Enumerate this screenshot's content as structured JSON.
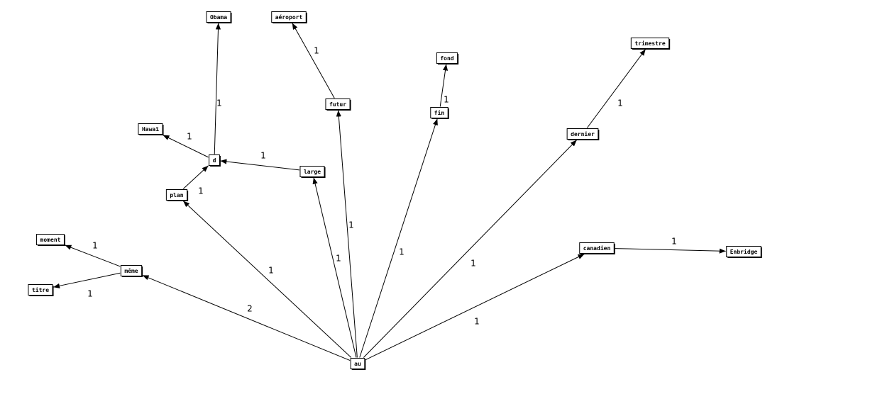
{
  "nodes": [
    {
      "id": "au",
      "label": "au"
    },
    {
      "id": "meme",
      "label": "même"
    },
    {
      "id": "moment",
      "label": "moment"
    },
    {
      "id": "titre",
      "label": "titre"
    },
    {
      "id": "plan",
      "label": "plan"
    },
    {
      "id": "d",
      "label": "d"
    },
    {
      "id": "hawai",
      "label": "Hawaï"
    },
    {
      "id": "obama",
      "label": "Obama"
    },
    {
      "id": "large",
      "label": "large"
    },
    {
      "id": "futur",
      "label": "futur"
    },
    {
      "id": "aeroport",
      "label": "aéroport"
    },
    {
      "id": "fin",
      "label": "fin"
    },
    {
      "id": "fond",
      "label": "fond"
    },
    {
      "id": "dernier",
      "label": "dernier"
    },
    {
      "id": "trimestre",
      "label": "trimestre"
    },
    {
      "id": "canadien",
      "label": "canadien"
    },
    {
      "id": "enbridge",
      "label": "Enbridge"
    }
  ],
  "edges": [
    {
      "from": "au",
      "to": "meme",
      "weight": "2"
    },
    {
      "from": "au",
      "to": "plan",
      "weight": "1"
    },
    {
      "from": "au",
      "to": "large",
      "weight": "1"
    },
    {
      "from": "au",
      "to": "futur",
      "weight": "1"
    },
    {
      "from": "au",
      "to": "fin",
      "weight": "1"
    },
    {
      "from": "au",
      "to": "dernier",
      "weight": "1"
    },
    {
      "from": "au",
      "to": "canadien",
      "weight": "1"
    },
    {
      "from": "meme",
      "to": "moment",
      "weight": "1"
    },
    {
      "from": "meme",
      "to": "titre",
      "weight": "1"
    },
    {
      "from": "plan",
      "to": "d",
      "weight": "1"
    },
    {
      "from": "large",
      "to": "d",
      "weight": "1"
    },
    {
      "from": "d",
      "to": "hawai",
      "weight": "1"
    },
    {
      "from": "d",
      "to": "obama",
      "weight": "1"
    },
    {
      "from": "futur",
      "to": "aeroport",
      "weight": "1"
    },
    {
      "from": "fin",
      "to": "fond",
      "weight": "1"
    },
    {
      "from": "dernier",
      "to": "trimestre",
      "weight": "1"
    },
    {
      "from": "canadien",
      "to": "enbridge",
      "weight": "1"
    }
  ]
}
